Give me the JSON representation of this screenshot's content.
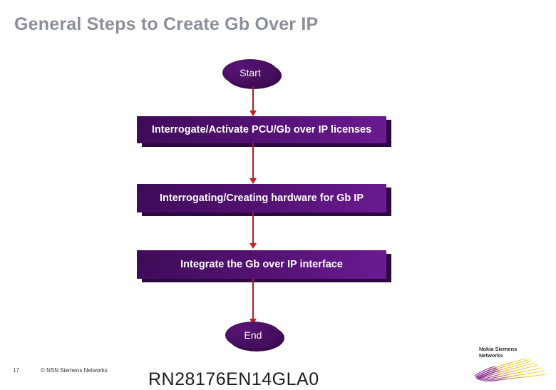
{
  "slide": {
    "title": "General Steps to Create Gb Over IP"
  },
  "flowchart": {
    "type": "flowchart",
    "orientation": "vertical",
    "accent_color": "#4a0f64",
    "connector_color": "#cc1b22",
    "nodes": [
      {
        "id": "start",
        "shape": "terminator",
        "label": "Start"
      },
      {
        "id": "step1",
        "shape": "process",
        "label": "Interrogate/Activate PCU/Gb over IP licenses"
      },
      {
        "id": "step2",
        "shape": "process",
        "label": "Interrogating/Creating hardware for Gb IP"
      },
      {
        "id": "step3",
        "shape": "process",
        "label": "Integrate the Gb over IP interface"
      },
      {
        "id": "end",
        "shape": "terminator",
        "label": "End"
      }
    ],
    "edges": [
      {
        "from": "start",
        "to": "step1"
      },
      {
        "from": "step1",
        "to": "step2"
      },
      {
        "from": "step2",
        "to": "step3"
      },
      {
        "from": "step3",
        "to": "end"
      }
    ]
  },
  "footer": {
    "page_number": "17",
    "copyright": "© NSN Siemens Networks",
    "document_code": "RN28176EN14GLA0"
  },
  "logo": {
    "name": "nokia-siemens-networks-logo",
    "text": "Nokia Siemens\nNetworks",
    "swoosh_start_color": "#7b2a8e",
    "swoosh_end_color": "#f0c020"
  }
}
